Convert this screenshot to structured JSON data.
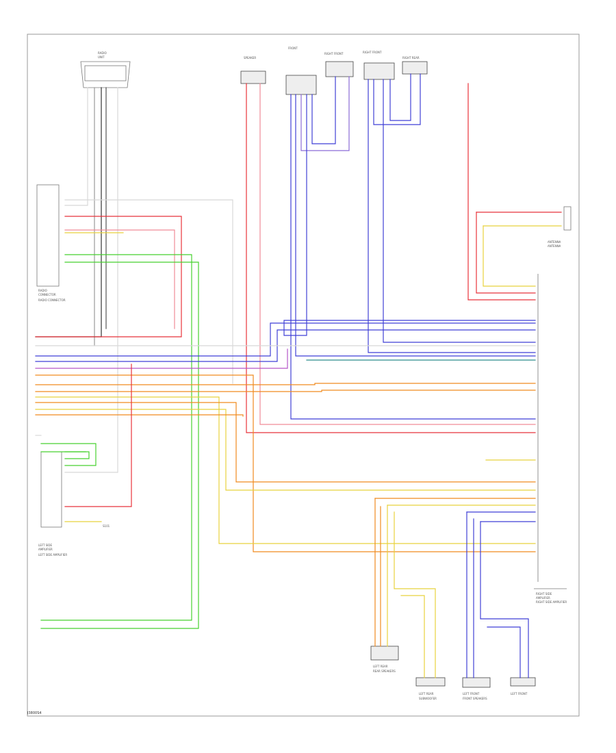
{
  "footer": {
    "code": "J3800S4"
  },
  "colors": {
    "red": "#e8323a",
    "pink": "#f08a96",
    "violet": "#b455c7",
    "blue": "#3f3fd6",
    "grey": "#9a9a9a",
    "white": "#d8d8d8",
    "black": "#333333",
    "green": "#46d12e",
    "yellow": "#e8d23c",
    "orange": "#f08a1e",
    "teal": "#2a8c8c",
    "brown": "#8a6a2a"
  },
  "labels": {
    "radio_connector": "RADIO CONNECTOR",
    "left_side_amplifier": "LEFT SIDE AMPLIFIER",
    "right_side_amplifier": "RIGHT SIDE AMPLIFIER",
    "front_speakers": "FRONT SPEAKERS",
    "rear_speakers": "REAR SPEAKERS",
    "subwoofer": "SUBWOOFER",
    "antenna": "ANTENNA",
    "splice": "S101"
  }
}
